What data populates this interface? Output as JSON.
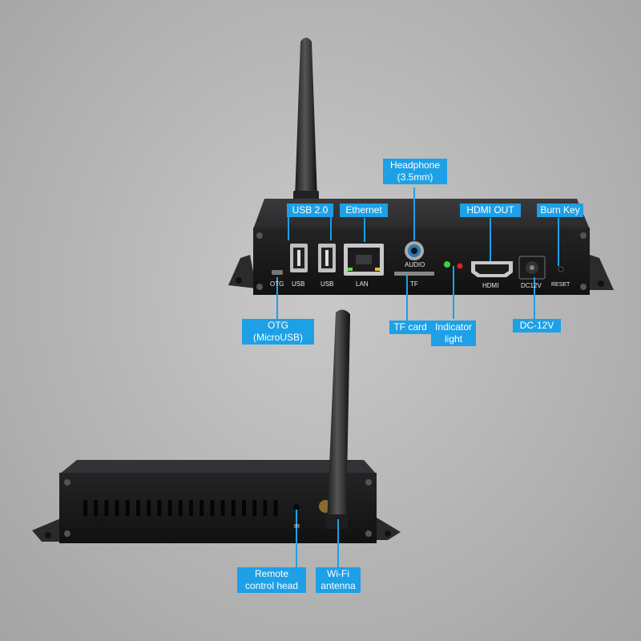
{
  "callouts": {
    "headphone": [
      "Headphone",
      "(3.5mm)"
    ],
    "usb20": "USB 2.0",
    "ethernet": "Ethernet",
    "hdmi_out": "HDMI OUT",
    "burn_key": "Burn Key",
    "otg": [
      "OTG",
      "(MicroUSB)"
    ],
    "tf_card": "TF card",
    "indicator": [
      "Indicator",
      "light"
    ],
    "dc12v": "DC-12V",
    "remote": [
      "Remote",
      "control head"
    ],
    "wifi": [
      "Wi-Fi",
      "antenna"
    ]
  },
  "ports": {
    "otg": "OTG",
    "usb_1": "USB",
    "usb_2": "USB",
    "lan": "LAN",
    "audio": "AUDIO",
    "tf": "TF",
    "hdmi": "HDMI",
    "dc12v": "DC12V",
    "reset": "RESET",
    "ir": "IR"
  },
  "colors": {
    "callout": "#1ea0e6",
    "device": "#1c1c1d",
    "indicator_green": "#3fd23f",
    "indicator_red": "#e02020"
  }
}
